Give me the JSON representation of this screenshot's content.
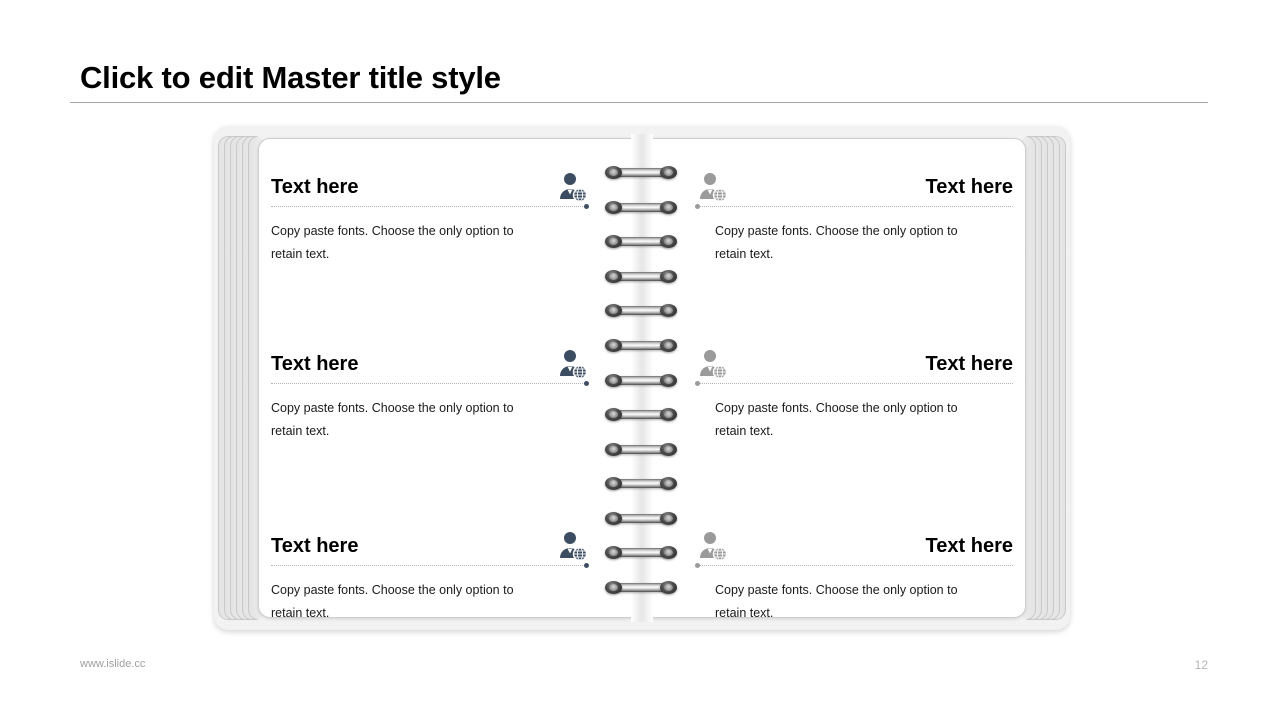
{
  "slide": {
    "title": "Click to edit Master title style",
    "page_number": "12",
    "footer_url": "www.islide.cc"
  },
  "theme": {
    "accent_dark": "#3d4d61",
    "accent_gray": "#9a9a9a",
    "rule_color": "#a6a6a6",
    "text_color": "#1a1a1a",
    "footer_color": "#a0a0a0"
  },
  "notebook": {
    "ring_count": 13,
    "left_page": {
      "side": "left",
      "blocks": [
        {
          "title": "Text here",
          "body": "Copy paste fonts. Choose the only option to retain text.",
          "icon": "user-globe-icon"
        },
        {
          "title": "Text here",
          "body": "Copy paste fonts. Choose the only option to retain text.",
          "icon": "user-globe-icon"
        },
        {
          "title": "Text here",
          "body": "Copy paste fonts. Choose the only option to retain text.",
          "icon": "user-globe-icon"
        }
      ]
    },
    "right_page": {
      "side": "right",
      "blocks": [
        {
          "title": "Text here",
          "body": "Copy paste fonts. Choose the only option to retain text.",
          "icon": "user-globe-icon"
        },
        {
          "title": "Text here",
          "body": "Copy paste fonts. Choose the only option to retain text.",
          "icon": "user-globe-icon"
        },
        {
          "title": "Text here",
          "body": "Copy paste fonts. Choose the only option to retain text.",
          "icon": "user-globe-icon"
        }
      ]
    }
  }
}
